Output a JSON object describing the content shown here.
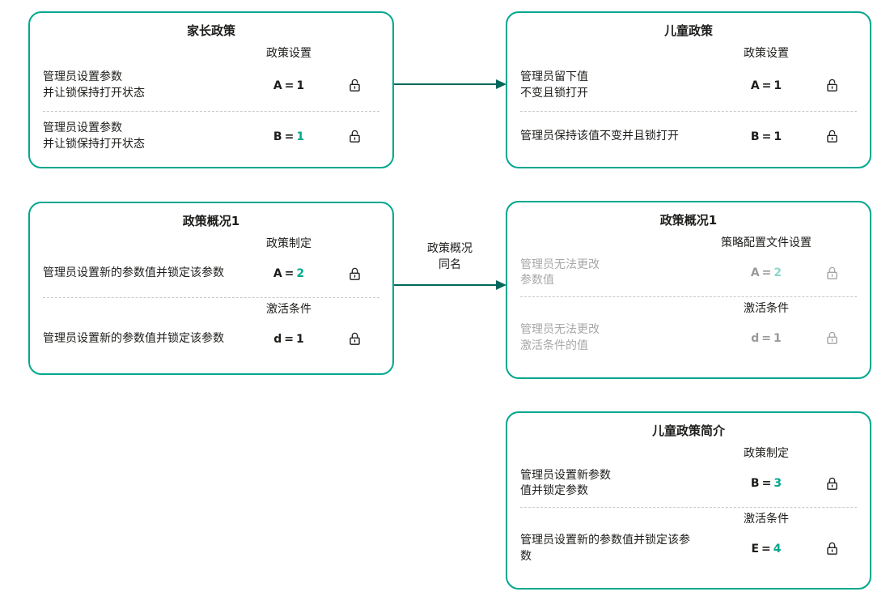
{
  "diagram": {
    "arrow_label": "政策概况\n同名"
  },
  "colors": {
    "box_border": "#00a88e",
    "accent_value": "#00a88e",
    "arrow": "#00695c",
    "text": "#1d1d1b",
    "muted_text": "#a8a8a8"
  },
  "icons": {
    "open_lock": "open-lock-icon",
    "closed_lock": "closed-lock-icon"
  },
  "boxes": [
    {
      "title": "家长政策",
      "sections": [
        {
          "header": "政策设置",
          "rows": [
            {
              "text": "管理员设置参数\n并让锁保持打开状态",
              "param": "A",
              "eq": "=",
              "value": "1",
              "lock": "open"
            },
            {
              "text": "管理员设置参数\n并让锁保持打开状态",
              "param": "B",
              "eq": "=",
              "value": "1",
              "lock": "open"
            }
          ]
        }
      ]
    },
    {
      "title": "儿童政策",
      "sections": [
        {
          "header": "政策设置",
          "rows": [
            {
              "text": "管理员留下值\n不变且锁打开",
              "param": "A",
              "eq": "=",
              "value": "1",
              "lock": "open"
            },
            {
              "text": "管理员保持该值不变并且锁打开",
              "param": "B",
              "eq": "=",
              "value": "1",
              "lock": "open"
            }
          ]
        }
      ]
    },
    {
      "title": "政策概况1",
      "sections": [
        {
          "header": "政策制定",
          "rows": [
            {
              "text": "管理员设置新的参数值并锁定该参数",
              "param": "A",
              "eq": "=",
              "value": "2",
              "lock": "closed"
            }
          ]
        },
        {
          "header": "激活条件",
          "rows": [
            {
              "text": "管理员设置新的参数值并锁定该参数",
              "param": "d",
              "eq": "=",
              "value": "1",
              "lock": "closed"
            }
          ]
        }
      ]
    },
    {
      "title": "政策概况1",
      "sections": [
        {
          "header": "策略配置文件设置",
          "rows": [
            {
              "text": "管理员无法更改\n参数值",
              "param": "A",
              "eq": "=",
              "value": "2",
              "lock": "closed"
            }
          ]
        },
        {
          "header": "激活条件",
          "rows": [
            {
              "text": "管理员无法更改\n激活条件的值",
              "param": "d",
              "eq": "=",
              "value": "1",
              "lock": "closed"
            }
          ]
        }
      ]
    },
    {
      "title": "儿童政策简介",
      "sections": [
        {
          "header": "政策制定",
          "rows": [
            {
              "text": "管理员设置新参数\n值并锁定参数",
              "param": "B",
              "eq": "=",
              "value": "3",
              "lock": "closed"
            }
          ]
        },
        {
          "header": "激活条件",
          "rows": [
            {
              "text": "管理员设置新的参数值并锁定该参\n数",
              "param": "E",
              "eq": "=",
              "value": "4",
              "lock": "closed"
            }
          ]
        }
      ]
    }
  ]
}
